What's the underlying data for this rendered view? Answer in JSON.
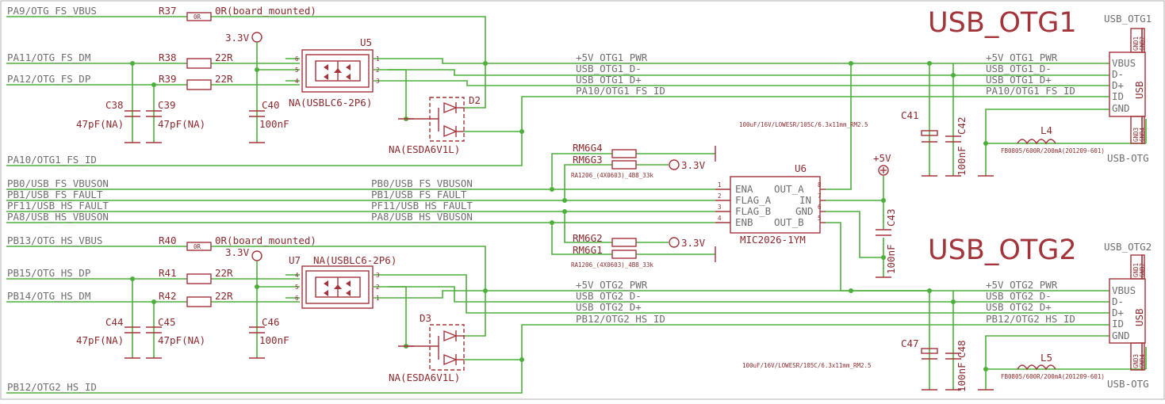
{
  "titles": {
    "otg1": "USB_OTG1",
    "otg2": "USB_OTG2"
  },
  "connectors": {
    "otg1": {
      "name": "USB_OTG1",
      "body": "USB",
      "bottom": "USB-OTG",
      "pins": [
        "VBUS",
        "D-",
        "D+",
        "ID",
        "GND"
      ],
      "gnd_pins": [
        "GND1",
        "GND2",
        "GND3",
        "GND4"
      ]
    },
    "otg2": {
      "name": "USB_OTG2",
      "body": "USB",
      "bottom": "USB-OTG",
      "pins": [
        "VBUS",
        "D-",
        "D+",
        "ID",
        "GND"
      ],
      "gnd_pins": [
        "GND1",
        "GND2",
        "GND3",
        "GND4"
      ]
    }
  },
  "left_nets": {
    "pa9": "PA9/OTG_FS_VBUS",
    "pa11": "PA11/OTG_FS_DM",
    "pa12": "PA12/OTG_FS_DP",
    "pa10": "PA10/OTG1_FS_ID",
    "pb0": "PB0/USB_FS_VBUSON",
    "pb1": "PB1/USB_FS_FAULT",
    "pf11": "PF11/USB_HS_FAULT",
    "pa8": "PA8/USB_HS_VBUSON",
    "pb13": "PB13/OTG_HS_VBUS",
    "pb15": "PB15/OTG_HS_DP",
    "pb14": "PB14/OTG_HS_DM",
    "pb12": "PB12/OTG2_HS_ID"
  },
  "mid_nets": {
    "pb0": "PB0/USB_FS_VBUSON",
    "pb1": "PB1/USB_FS_FAULT",
    "pf11": "PF11/USB_HS_FAULT",
    "pa8": "PA8/USB_HS_VBUSON"
  },
  "bus_nets": {
    "pwr1": "+5V_OTG1_PWR",
    "dm1": "USB_OTG1_D-",
    "dp1": "USB_OTG1_D+",
    "id1": "PA10/OTG1_FS_ID",
    "pwr2": "+5V_OTG2_PWR",
    "dm2": "USB_OTG2_D-",
    "dp2": "USB_OTG2_D+",
    "id2": "PB12/OTG2_HS_ID"
  },
  "resistors": {
    "r37": {
      "ref": "R37",
      "value": "0R(board_mounted)",
      "body": "0R"
    },
    "r38": {
      "ref": "R38",
      "value": "22R"
    },
    "r39": {
      "ref": "R39",
      "value": "22R"
    },
    "r40": {
      "ref": "R40",
      "value": "0R(board_mounted)",
      "body": "0R"
    },
    "r41": {
      "ref": "R41",
      "value": "22R"
    },
    "r42": {
      "ref": "R42",
      "value": "22R"
    }
  },
  "capacitors": {
    "c38": {
      "ref": "C38",
      "value": "47pF(NA)"
    },
    "c39": {
      "ref": "C39",
      "value": "47pF(NA)"
    },
    "c40": {
      "ref": "C40",
      "value": "100nF"
    },
    "c41": {
      "ref": "C41",
      "value": "100uF/16V/LOWESR/105C/6.3x11mm_RM2.5"
    },
    "c42": {
      "ref": "C42",
      "value": "100nF"
    },
    "c43": {
      "ref": "C43",
      "value": "100nF"
    },
    "c44": {
      "ref": "C44",
      "value": "47pF(NA)"
    },
    "c45": {
      "ref": "C45",
      "value": "47pF(NA)"
    },
    "c46": {
      "ref": "C46",
      "value": "100nF"
    },
    "c47": {
      "ref": "C47",
      "value": "100uF/16V/LOWESR/105C/6.3x11mm_RM2.5"
    },
    "c48": {
      "ref": "C48",
      "value": "100nF"
    }
  },
  "esd_arrays": {
    "u5": {
      "ref": "U5",
      "value": "NA(USBLC6-2P6)",
      "pins_left": [
        "6",
        "5",
        "4"
      ],
      "pins_right": [
        "1",
        "2",
        "3"
      ]
    },
    "u7": {
      "ref": "U7",
      "value": "NA(USBLC6-2P6)",
      "pins_left": [
        "4",
        "5",
        "6"
      ],
      "pins_right": [
        "3",
        "2",
        "1"
      ]
    }
  },
  "diodes": {
    "d2": {
      "ref": "D2",
      "value": "NA(ESDA6V1L)"
    },
    "d3": {
      "ref": "D3",
      "value": "NA(ESDA6V1L)"
    }
  },
  "inductors": {
    "l4": {
      "ref": "L4",
      "value": "FB0805/600R/200mA(201209-601)"
    },
    "l5": {
      "ref": "L5",
      "value": "FB0805/600R/200mA(201209-601)"
    }
  },
  "resistor_arrays": {
    "rm6g4": "RM6G4",
    "rm6g3": "RM6G3",
    "rm6g2": "RM6G2",
    "rm6g1": "RM6G1",
    "value": "RA1206_(4X0603)_4B8_33k"
  },
  "power": {
    "v33": "3.3V",
    "v5": "+5V"
  },
  "u6": {
    "ref": "U6",
    "value": "MIC2026-1YM",
    "left_pins": [
      {
        "name": "ENA",
        "num": "1"
      },
      {
        "name": "FLAG_A",
        "num": "2"
      },
      {
        "name": "FLAG_B",
        "num": "3"
      },
      {
        "name": "ENB",
        "num": "4"
      }
    ],
    "right_pins": [
      {
        "name": "OUT_A",
        "num": "8"
      },
      {
        "name": "IN",
        "num": "7"
      },
      {
        "name": "GND",
        "num": "6"
      },
      {
        "name": "OUT_B",
        "num": "5"
      }
    ]
  },
  "colors": {
    "wire": "#4caf3a",
    "part": "#a3343a",
    "label": "#6e6e6e",
    "junction": "#4caf3a"
  }
}
